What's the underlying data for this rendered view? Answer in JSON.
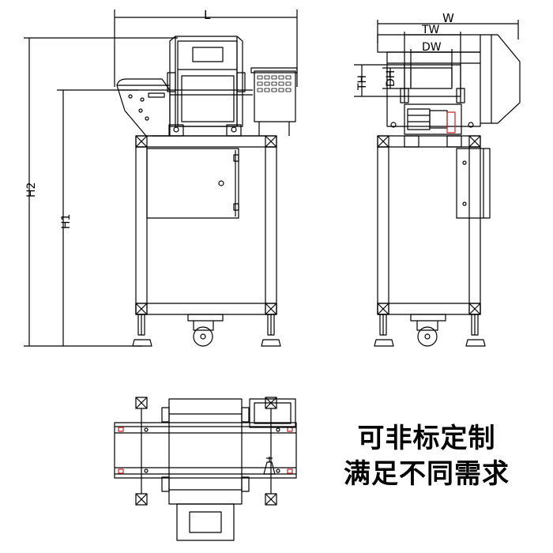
{
  "dimensions": {
    "length": "L",
    "width": "W",
    "tunnel_width": "TW",
    "tunnel_height": "TH",
    "detection_width": "DW",
    "detection_height": "DH",
    "overall_height": "H2",
    "belt_height": "H1"
  },
  "slogan": {
    "line1": "可非标定制",
    "line2": "满足不同需求"
  },
  "colors": {
    "line": "#000000",
    "background": "#ffffff",
    "accent_red": "#cc2222"
  }
}
